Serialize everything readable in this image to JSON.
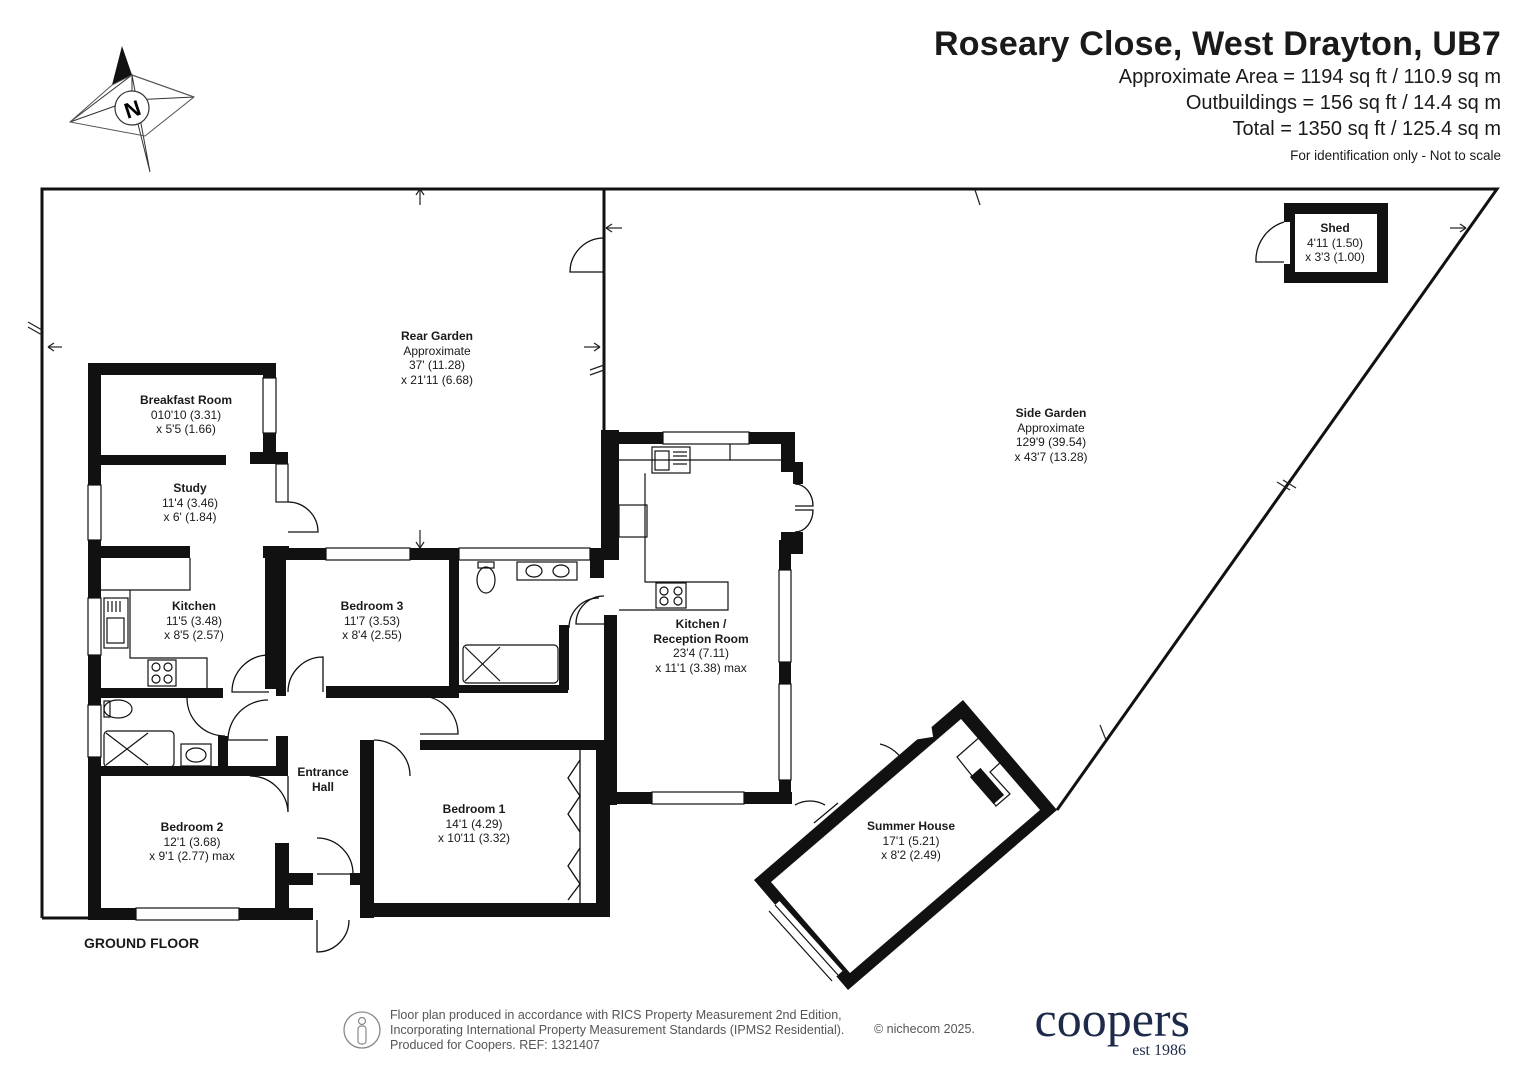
{
  "header": {
    "title": "Roseary Close, West Drayton, UB7",
    "areas": [
      "Approximate Area = 1194 sq ft / 110.9 sq m",
      "Outbuildings = 156 sq ft / 14.4 sq m",
      "Total = 1350 sq ft / 125.4 sq m"
    ],
    "scale_note": "For identification only - Not to scale"
  },
  "compass": {
    "label": "N"
  },
  "floor_label": "GROUND FLOOR",
  "rooms": {
    "rear_garden": {
      "name": "Rear Garden",
      "lines": [
        "Approximate",
        "37' (11.28)",
        "x 21'11 (6.68)"
      ]
    },
    "side_garden": {
      "name": "Side Garden",
      "lines": [
        "Approximate",
        "129'9 (39.54)",
        "x 43'7 (13.28)"
      ]
    },
    "shed": {
      "name": "Shed",
      "lines": [
        "4'11 (1.50)",
        "x 3'3 (1.00)"
      ]
    },
    "breakfast_room": {
      "name": "Breakfast Room",
      "lines": [
        "010'10 (3.31)",
        "x 5'5 (1.66)"
      ]
    },
    "study": {
      "name": "Study",
      "lines": [
        "11'4 (3.46)",
        "x 6' (1.84)"
      ]
    },
    "kitchen": {
      "name": "Kitchen",
      "lines": [
        "11'5 (3.48)",
        "x 8'5 (2.57)"
      ]
    },
    "bedroom3": {
      "name": "Bedroom 3",
      "lines": [
        "11'7 (3.53)",
        "x 8'4 (2.55)"
      ]
    },
    "kitchen_reception": {
      "name": "Kitchen /",
      "name2": "Reception Room",
      "lines": [
        "23'4 (7.11)",
        "x 11'1 (3.38) max"
      ]
    },
    "entrance_hall": {
      "name": "Entrance",
      "name2": "Hall"
    },
    "bedroom1": {
      "name": "Bedroom 1",
      "lines": [
        "14'1 (4.29)",
        "x 10'11 (3.32)"
      ]
    },
    "bedroom2": {
      "name": "Bedroom 2",
      "lines": [
        "12'1 (3.68)",
        "x 9'1 (2.77) max"
      ]
    },
    "summer_house": {
      "name": "Summer House",
      "lines": [
        "17'1 (5.21)",
        "x 8'2 (2.49)"
      ]
    }
  },
  "footer": {
    "lines": [
      "Floor plan produced in accordance with RICS Property Measurement 2nd Edition,",
      "Incorporating International Property Measurement Standards (IPMS2 Residential).",
      "Produced for Coopers.    REF: 1321407"
    ],
    "copyright": "© nichecom 2025.",
    "brand": "coopers",
    "brand_est": "est 1986"
  },
  "colors": {
    "wall": "#111111",
    "text": "#1a1a1a",
    "brand": "#1d2a4a",
    "footer_text": "#555555"
  }
}
